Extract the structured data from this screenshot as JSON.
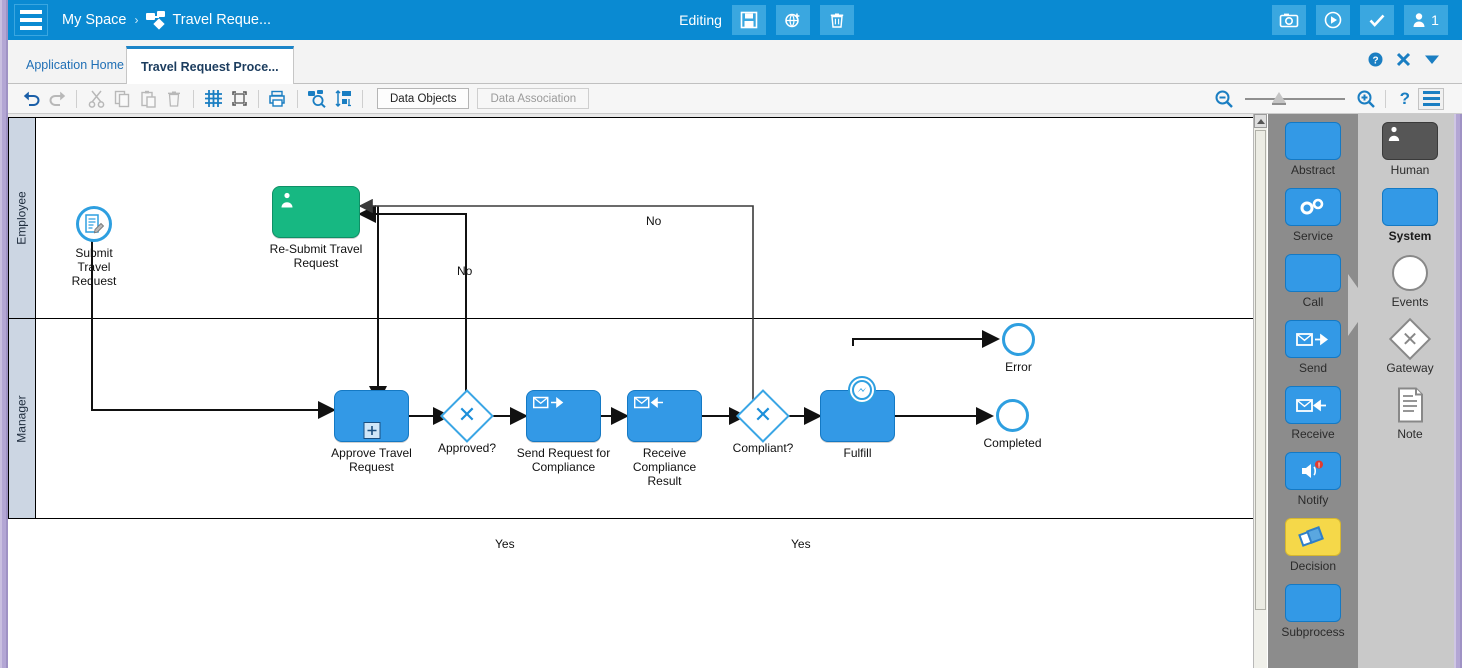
{
  "topbar": {
    "menu_icon": "hamburger-icon",
    "breadcrumb_root": "My Space",
    "breadcrumb_sep": "›",
    "breadcrumb_current": "Travel Reque...",
    "mode_label": "Editing",
    "buttons": [
      {
        "name": "save-button",
        "icon": "floppy-disk-icon"
      },
      {
        "name": "publish-button",
        "icon": "globe-upload-icon"
      },
      {
        "name": "delete-button",
        "icon": "trash-icon"
      }
    ],
    "right_buttons": [
      {
        "name": "snapshot-button",
        "icon": "camera-icon"
      },
      {
        "name": "run-button",
        "icon": "play-circle-icon"
      },
      {
        "name": "validate-button",
        "icon": "check-icon"
      },
      {
        "name": "collaborators-button",
        "icon": "user-icon",
        "count": "1"
      }
    ]
  },
  "tabs": {
    "items": [
      {
        "label": "Application Home",
        "active": false
      },
      {
        "label": "Travel Request Proce...",
        "active": true
      }
    ],
    "right_icons": [
      {
        "name": "help-icon",
        "glyph": "?"
      },
      {
        "name": "close-icon",
        "glyph": "✕"
      },
      {
        "name": "chevron-down-icon",
        "glyph": "▼"
      }
    ]
  },
  "toolbar": {
    "tools": [
      {
        "name": "undo-button",
        "icon": "undo-arrow-icon",
        "disabled": false
      },
      {
        "name": "redo-button",
        "icon": "redo-arrow-icon",
        "disabled": true
      },
      {
        "name": "cut-button",
        "icon": "scissors-icon",
        "disabled": true
      },
      {
        "name": "copy-button",
        "icon": "copy-icon",
        "disabled": true
      },
      {
        "name": "paste-button",
        "icon": "paste-icon",
        "disabled": true
      },
      {
        "name": "delete-button",
        "icon": "trash-icon",
        "disabled": true
      },
      {
        "name": "grid-button",
        "icon": "grid-icon",
        "disabled": false
      },
      {
        "name": "fit-to-screen-button",
        "icon": "fit-frame-icon",
        "disabled": false
      },
      {
        "name": "print-button",
        "icon": "printer-icon",
        "disabled": false
      },
      {
        "name": "search-button",
        "icon": "search-process-icon",
        "disabled": false
      },
      {
        "name": "align-button",
        "icon": "align-distribute-icon",
        "disabled": false
      }
    ],
    "data_objects_label": "Data Objects",
    "data_association_label": "Data Association",
    "zoom_out_label": "zoom-out-icon",
    "zoom_in_label": "zoom-in-icon",
    "help_glyph": "?",
    "menu_icon": "hamburger-icon"
  },
  "canvas": {
    "lanes": [
      {
        "name": "lane-employee",
        "label": "Employee"
      },
      {
        "name": "lane-manager",
        "label": "Manager"
      }
    ],
    "nodes": [
      {
        "id": "submit-travel-request",
        "type": "start-event",
        "label": "Submit\nTravel\nRequest",
        "line1": "Submit",
        "line2": "Travel",
        "line3": "Request",
        "icon": "document-edit-icon"
      },
      {
        "id": "re-submit-travel-request",
        "type": "user-task",
        "label": "Re-Submit Travel Request",
        "line1": "Re-Submit Travel",
        "line2": "Request",
        "color": "#17b882",
        "icon": "human-icon"
      },
      {
        "id": "approve-travel-request",
        "type": "sub-process",
        "label": "Approve Travel Request",
        "line1": "Approve Travel",
        "line2": "Request",
        "color": "#3399e6",
        "icon": "plus-marker-icon"
      },
      {
        "id": "approved-gateway",
        "type": "exclusive-gateway",
        "label": "Approved?"
      },
      {
        "id": "send-request-for-compliance",
        "type": "send-task",
        "label": "Send Request for Compliance",
        "line1": "Send Request for",
        "line2": "Compliance",
        "color": "#3399e6",
        "icon": "envelope-send-icon"
      },
      {
        "id": "receive-compliance-result",
        "type": "receive-task",
        "label": "Receive Compliance Result",
        "line1": "Receive",
        "line2": "Compliance",
        "line3": "Result",
        "color": "#3399e6",
        "icon": "envelope-receive-icon"
      },
      {
        "id": "compliant-gateway",
        "type": "exclusive-gateway",
        "label": "Compliant?"
      },
      {
        "id": "fulfill",
        "type": "service-task",
        "label": "Fulfill",
        "color": "#3399e6",
        "boundary_icon": "error-bolt-icon"
      },
      {
        "id": "error-end-event",
        "type": "end-event",
        "label": "Error"
      },
      {
        "id": "completed-end-event",
        "type": "end-event",
        "label": "Completed"
      }
    ],
    "edge_labels": [
      {
        "id": "approved-yes",
        "text": "Yes"
      },
      {
        "id": "approved-no",
        "text": "No"
      },
      {
        "id": "compliant-yes",
        "text": "Yes"
      },
      {
        "id": "compliant-no",
        "text": "No"
      }
    ]
  },
  "palette": {
    "column_left": [
      {
        "label": "Abstract",
        "icon": "abstract-task-icon",
        "style": "blue",
        "selected": false
      },
      {
        "label": "Service",
        "icon": "gears-icon",
        "style": "blue",
        "selected": false
      },
      {
        "label": "Call",
        "icon": "call-task-icon",
        "style": "blue",
        "selected": false
      },
      {
        "label": "Send",
        "icon": "envelope-send-icon",
        "style": "blue",
        "selected": false
      },
      {
        "label": "Receive",
        "icon": "envelope-receive-icon",
        "style": "blue",
        "selected": false
      },
      {
        "label": "Notify",
        "icon": "speaker-notify-icon",
        "style": "blue",
        "selected": false
      },
      {
        "label": "Decision",
        "icon": "decision-diamond-icon",
        "style": "yellow",
        "selected": false
      },
      {
        "label": "Subprocess",
        "icon": "subprocess-icon",
        "style": "blue",
        "selected": false
      }
    ],
    "column_right": [
      {
        "label": "Human",
        "icon": "human-task-icon",
        "style": "dark",
        "selected": false
      },
      {
        "label": "System",
        "icon": "system-task-icon",
        "style": "blue",
        "selected": true
      },
      {
        "label": "Events",
        "icon": "event-circle-icon",
        "style": "none",
        "selected": false
      },
      {
        "label": "Gateway",
        "icon": "gateway-diamond-icon",
        "style": "none",
        "selected": false
      },
      {
        "label": "Note",
        "icon": "note-page-icon",
        "style": "none",
        "selected": false
      }
    ]
  },
  "scrollbar": {
    "name": "vertical-scrollbar"
  },
  "colors": {
    "brand_blue": "#0a8ad2",
    "task_blue": "#3399e6",
    "task_green": "#17b882",
    "event_blue": "#2e9fe0",
    "lane_header": "#ccd6e3",
    "decision_yellow": "#f5d849"
  }
}
